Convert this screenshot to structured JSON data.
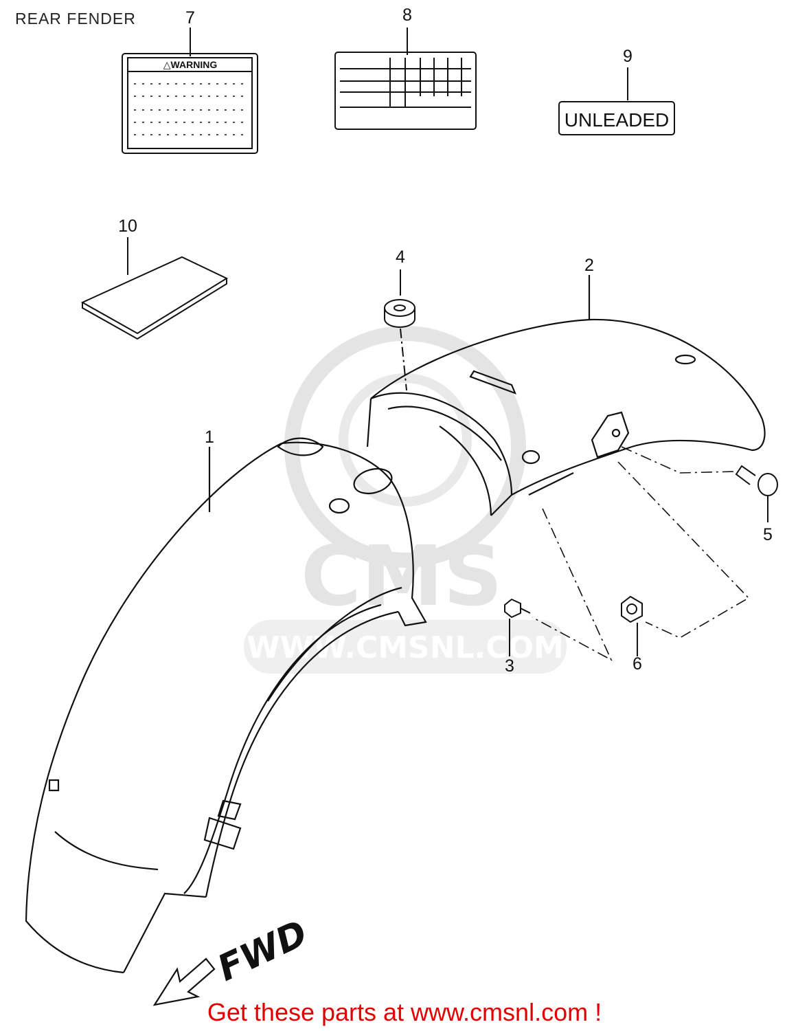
{
  "diagram": {
    "title": "REAR FENDER",
    "footer": "Get these parts at www.cmsnl.com !",
    "watermark": {
      "brand": "CMS",
      "url": "WWW.CMSNL.COM"
    },
    "parts": [
      {
        "callout": "1",
        "name": "rear fender"
      },
      {
        "callout": "2",
        "name": "rear fender rear"
      },
      {
        "callout": "3",
        "name": "bolt"
      },
      {
        "callout": "4",
        "name": "cushion"
      },
      {
        "callout": "5",
        "name": "bolt"
      },
      {
        "callout": "6",
        "name": "nut"
      },
      {
        "callout": "7",
        "name": "warning label"
      },
      {
        "callout": "8",
        "name": "info label"
      },
      {
        "callout": "9",
        "name": "unleaded label"
      },
      {
        "callout": "10",
        "name": "manual"
      }
    ],
    "labels": {
      "warning_title": "△WARNING",
      "unleaded": "UNLEADED",
      "direction": "FWD"
    },
    "colors": {
      "line": "#111111",
      "footer": "#e00000",
      "watermark": "#c8c8c8"
    }
  }
}
